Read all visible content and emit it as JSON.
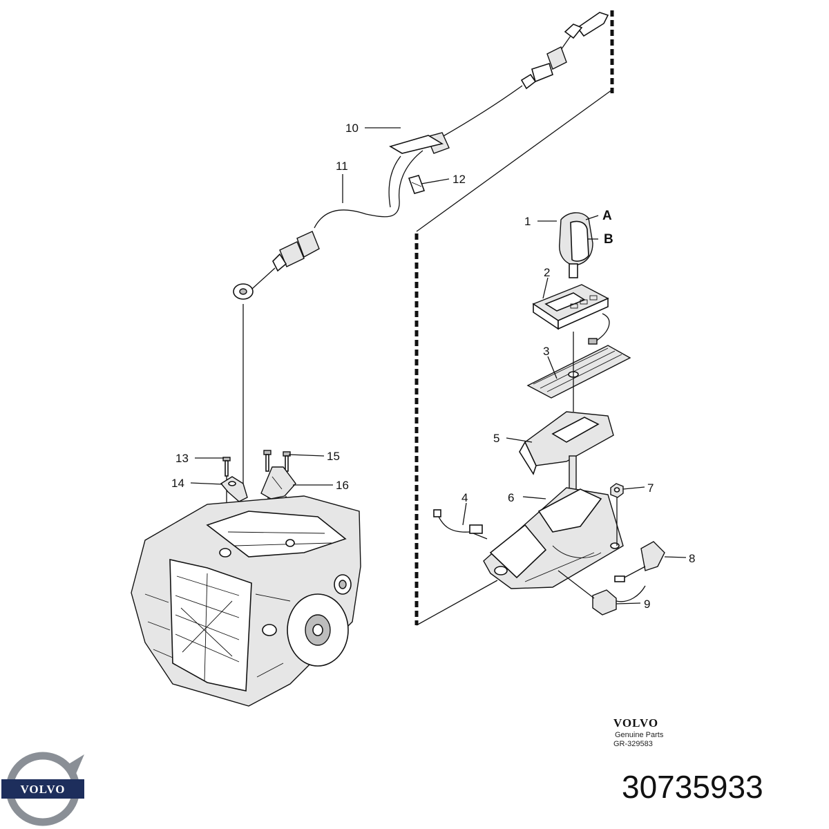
{
  "callouts": [
    {
      "id": "1",
      "text": "1"
    },
    {
      "id": "2",
      "text": "2"
    },
    {
      "id": "3",
      "text": "3"
    },
    {
      "id": "4",
      "text": "4"
    },
    {
      "id": "5",
      "text": "5"
    },
    {
      "id": "6",
      "text": "6"
    },
    {
      "id": "7",
      "text": "7"
    },
    {
      "id": "8",
      "text": "8"
    },
    {
      "id": "9",
      "text": "9"
    },
    {
      "id": "10",
      "text": "10"
    },
    {
      "id": "11",
      "text": "11"
    },
    {
      "id": "12",
      "text": "12"
    },
    {
      "id": "13",
      "text": "13"
    },
    {
      "id": "14",
      "text": "14"
    },
    {
      "id": "15",
      "text": "15"
    },
    {
      "id": "16",
      "text": "16"
    }
  ],
  "variants": {
    "a": "A",
    "b": "B"
  },
  "brand_block": {
    "logo_word": "VOLVO",
    "caption": "Genuine Parts",
    "ref": "GR-329583"
  },
  "emblem": {
    "word": "VOLVO",
    "ring_color": "#8a8f96",
    "bar_color": "#1d2e5c"
  },
  "part_number": "30735933"
}
